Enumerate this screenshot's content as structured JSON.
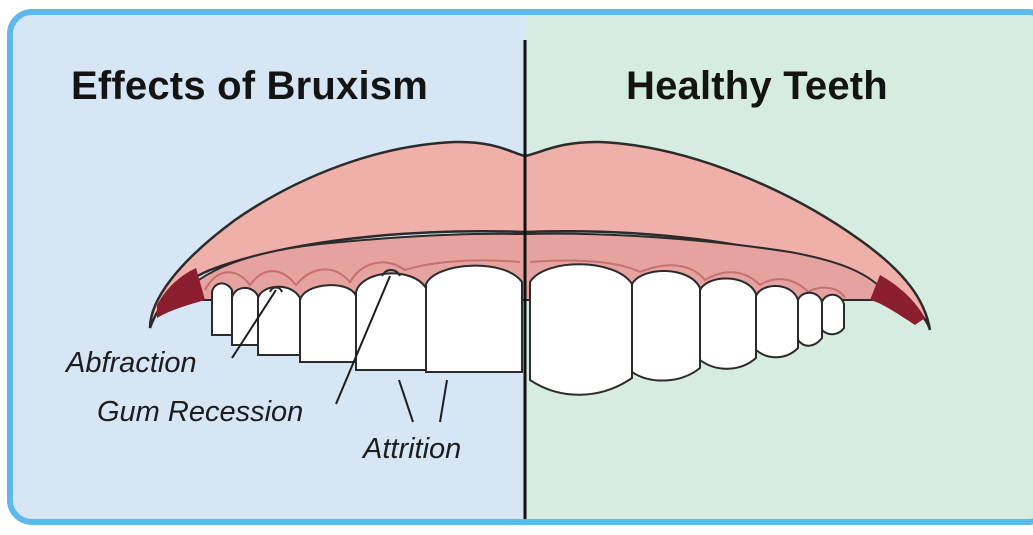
{
  "panels": {
    "left": {
      "title": "Effects of Bruxism",
      "background": "#d6e6f5"
    },
    "right": {
      "title": "Healthy Teeth",
      "background": "#d6ece1"
    }
  },
  "frame": {
    "border_color": "#5fb8ec"
  },
  "annotations": {
    "abfraction": "Abfraction",
    "gum_recession": "Gum Recession",
    "attrition": "Attrition"
  },
  "colors": {
    "lip": "#efb0aa",
    "gum": "#e6a29f",
    "gum_dark": "#d4807e",
    "tooth": "#ffffff",
    "outline": "#2b2b2b",
    "divider": "#111111",
    "shadow": "#8b1e2e"
  }
}
